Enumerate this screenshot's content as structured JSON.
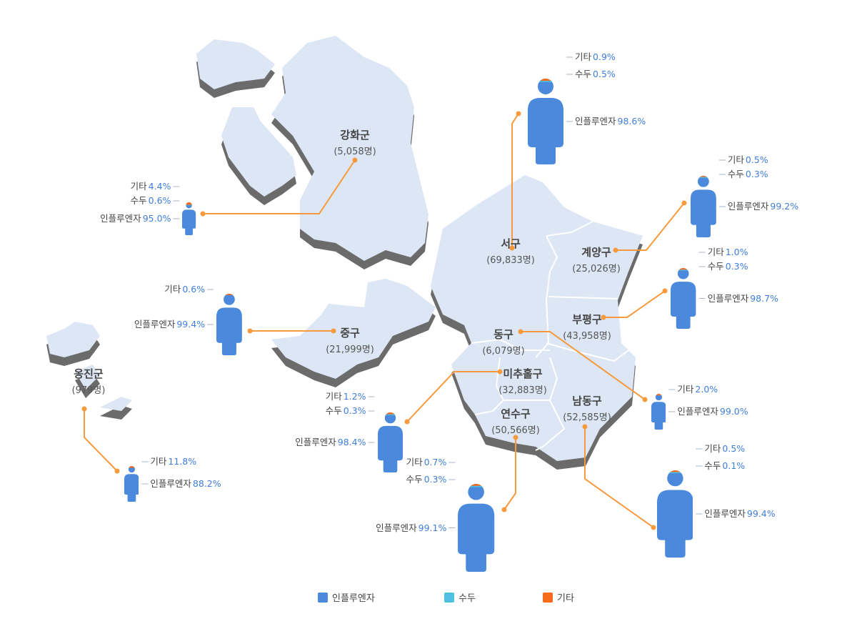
{
  "colors": {
    "influenza": "#4a89dc",
    "smallpox": "#4fc0e0",
    "other": "#f76b1c",
    "leader": "#f79a3e",
    "land": "#dce6f5",
    "shadow": "#6b6b6b"
  },
  "labels": {
    "influenza": "인플루엔자",
    "smallpox": "수두",
    "other": "기타"
  },
  "legend": [
    {
      "key": "influenza",
      "label": "인플루엔자"
    },
    {
      "key": "smallpox",
      "label": "수두"
    },
    {
      "key": "other",
      "label": "기타"
    }
  ],
  "regions": [
    {
      "id": "ganghwa",
      "name": "강화군",
      "population": "(5,058명)",
      "influenza": "95.0%",
      "smallpox": "0.6%",
      "other": "4.4%"
    },
    {
      "id": "seo",
      "name": "서구",
      "population": "(69,833명)",
      "influenza": "98.6%",
      "smallpox": "0.5%",
      "other": "0.9%"
    },
    {
      "id": "gyeyang",
      "name": "계양구",
      "population": "(25,026명)",
      "influenza": "99.2%",
      "smallpox": "0.3%",
      "other": "0.5%"
    },
    {
      "id": "bupyeong",
      "name": "부평구",
      "population": "(43,958명)",
      "influenza": "98.7%",
      "smallpox": "0.3%",
      "other": "1.0%"
    },
    {
      "id": "jung",
      "name": "중구",
      "population": "(21,999명)",
      "influenza": "99.4%",
      "other": "0.6%"
    },
    {
      "id": "dong",
      "name": "동구",
      "population": "(6,079명)",
      "influenza": "99.0%",
      "other": "2.0%"
    },
    {
      "id": "michuhol",
      "name": "미추홀구",
      "population": "(32,883명)",
      "influenza": "98.4%",
      "smallpox": "0.3%",
      "other": "1.2%"
    },
    {
      "id": "yeonsu",
      "name": "연수구",
      "population": "(50,566명)",
      "influenza": "99.1%",
      "smallpox": "0.3%",
      "other": "0.7%"
    },
    {
      "id": "namdong",
      "name": "남동구",
      "population": "(52,585명)",
      "influenza": "99.4%",
      "smallpox": "0.1%",
      "other": "0.5%"
    },
    {
      "id": "ongjin",
      "name": "옹진군",
      "population": "(979명)",
      "influenza": "88.2%",
      "other": "11.8%"
    }
  ]
}
